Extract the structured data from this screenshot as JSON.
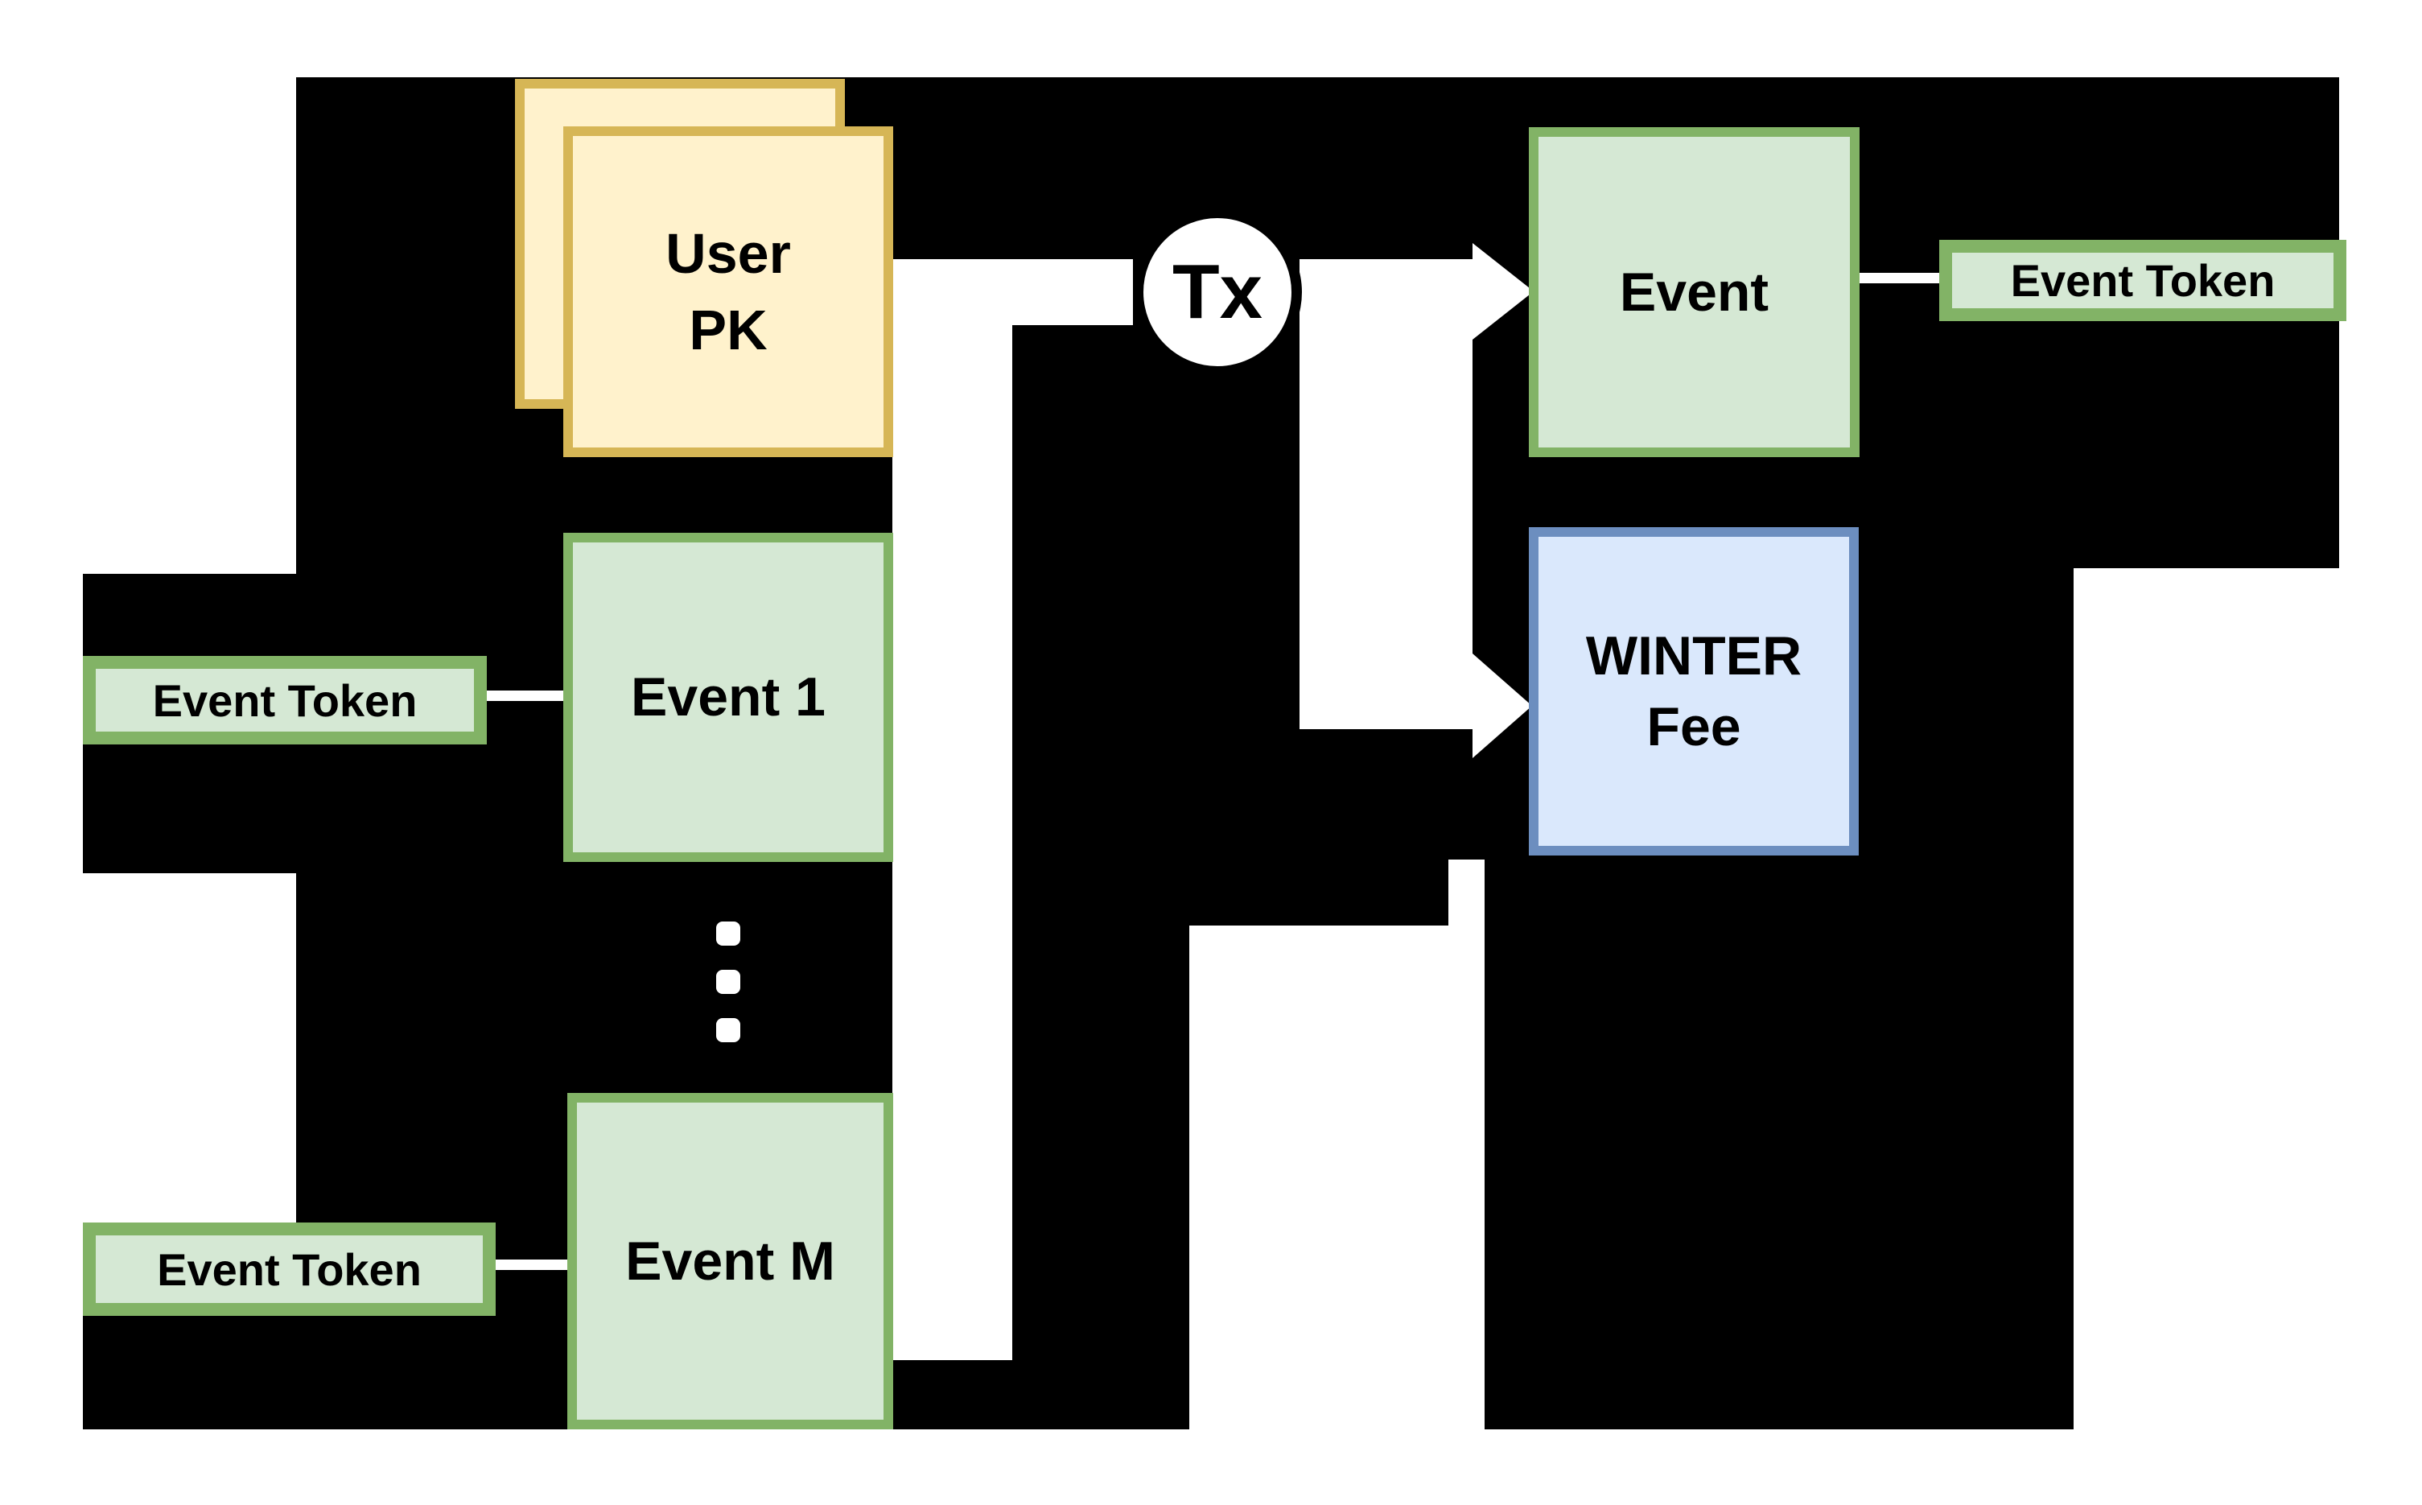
{
  "diagram": {
    "background": "#000000",
    "colors": {
      "white_region": "#FFFFFF",
      "card_fill": "#FFF2CC",
      "card_border": "#D6B656",
      "green_fill": "#D5E8D4",
      "green_border": "#82B366",
      "blue_fill": "#DAE8FC",
      "blue_border": "#6C8EBF",
      "text": "#000000"
    }
  },
  "nodes": {
    "user_pk": {
      "lines": [
        "User",
        "PK"
      ]
    },
    "event_1": {
      "label": "Event 1"
    },
    "event_m": {
      "label": "Event M"
    },
    "event": {
      "label": "Event"
    },
    "winter_fee": {
      "lines": [
        "WINTER",
        "Fee"
      ]
    },
    "tx": {
      "label": "Tx"
    }
  },
  "tokens": {
    "left_top": {
      "label": "Event Token"
    },
    "left_bottom": {
      "label": "Event Token"
    },
    "right": {
      "label": "Event Token"
    }
  }
}
